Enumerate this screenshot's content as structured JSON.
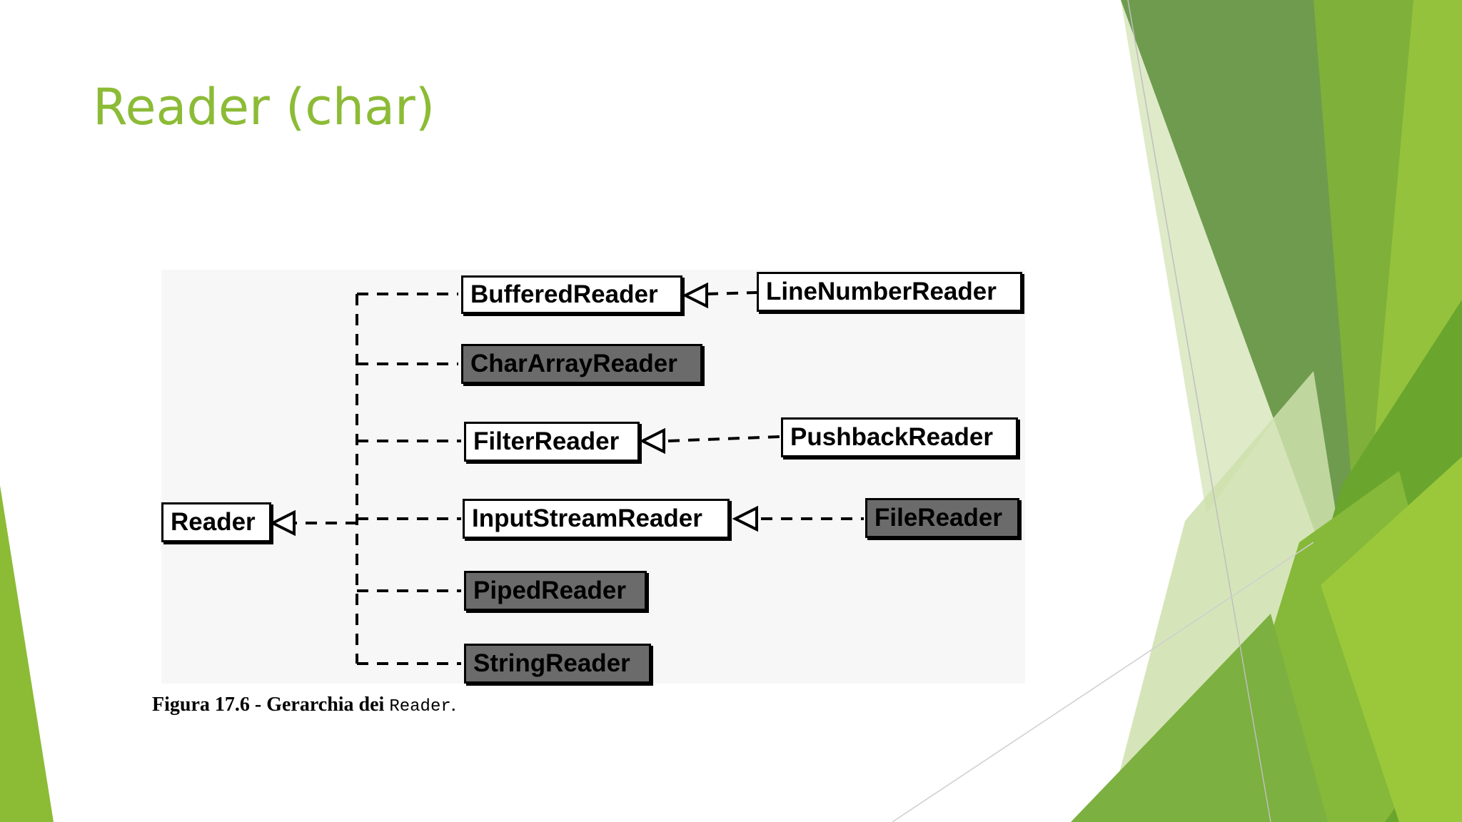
{
  "slide": {
    "title": "Reader (char)",
    "accent_color": "#8cbb36"
  },
  "diagram": {
    "root": {
      "label": "Reader",
      "shaded": false
    },
    "classes": {
      "buffered": {
        "label": "BufferedReader",
        "shaded": false
      },
      "linenumber": {
        "label": "LineNumberReader",
        "shaded": false
      },
      "chararray": {
        "label": "CharArrayReader",
        "shaded": true
      },
      "filter": {
        "label": "FilterReader",
        "shaded": false
      },
      "pushback": {
        "label": "PushbackReader",
        "shaded": false
      },
      "inputstream": {
        "label": "InputStreamReader",
        "shaded": false
      },
      "file": {
        "label": "FileReader",
        "shaded": true
      },
      "piped": {
        "label": "PipedReader",
        "shaded": true
      },
      "string": {
        "label": "StringReader",
        "shaded": true
      }
    },
    "edges": [
      {
        "from": "buffered",
        "to": "Reader"
      },
      {
        "from": "chararray",
        "to": "Reader"
      },
      {
        "from": "filter",
        "to": "Reader"
      },
      {
        "from": "inputstream",
        "to": "Reader"
      },
      {
        "from": "piped",
        "to": "Reader"
      },
      {
        "from": "string",
        "to": "Reader"
      },
      {
        "from": "linenumber",
        "to": "buffered"
      },
      {
        "from": "pushback",
        "to": "filter"
      },
      {
        "from": "file",
        "to": "inputstream"
      }
    ],
    "shaded_color": "#6b6b6b"
  },
  "caption": {
    "text": "Figura 17.6 - Gerarchia dei ",
    "code": "Reader",
    "suffix": "."
  }
}
